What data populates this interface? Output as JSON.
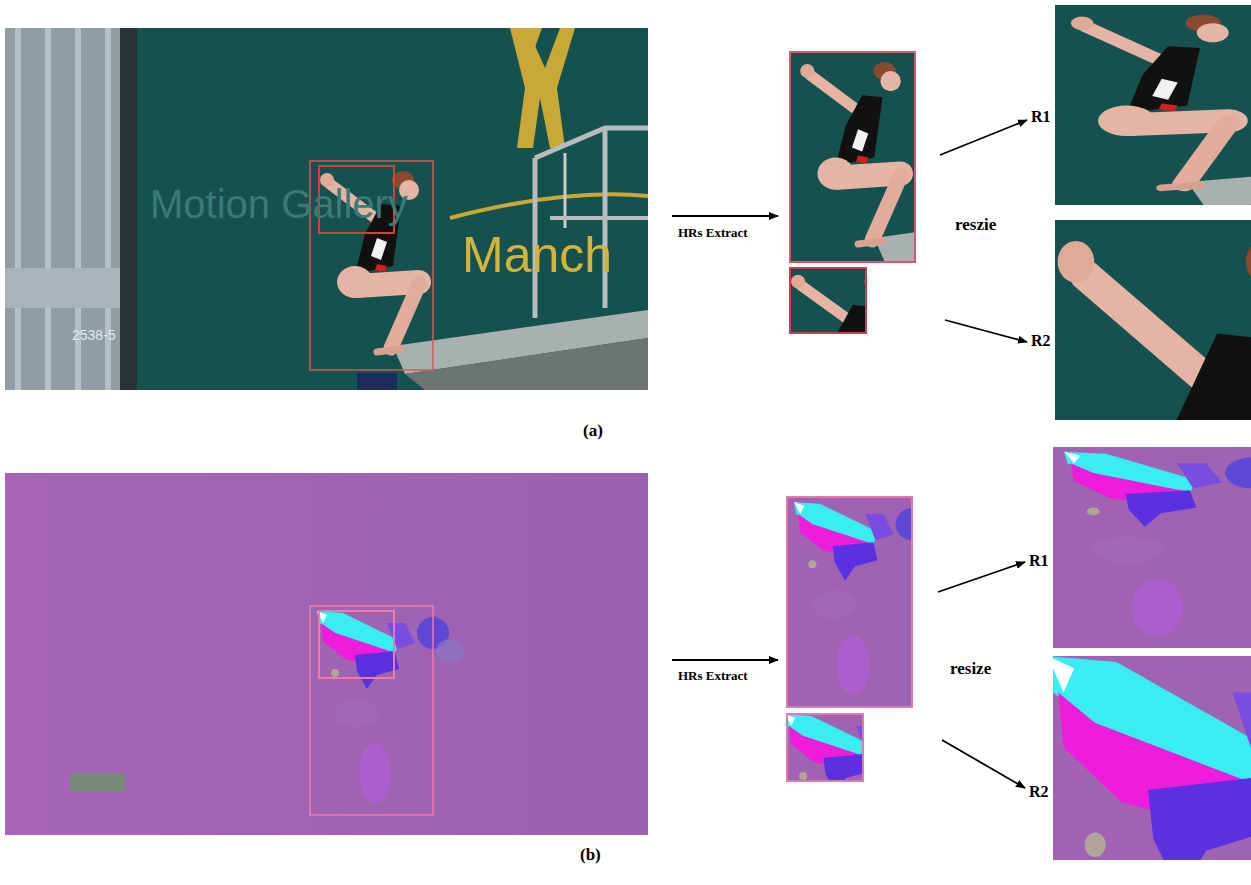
{
  "diagram": {
    "labels": [
      "2538-5",
      "Motion Gallery",
      "Manch",
      "HRs Extract",
      "R1",
      "reszie",
      "R2",
      "(a)",
      "HRs Extract",
      "R1",
      "resize",
      "R2",
      "(b)"
    ]
  }
}
